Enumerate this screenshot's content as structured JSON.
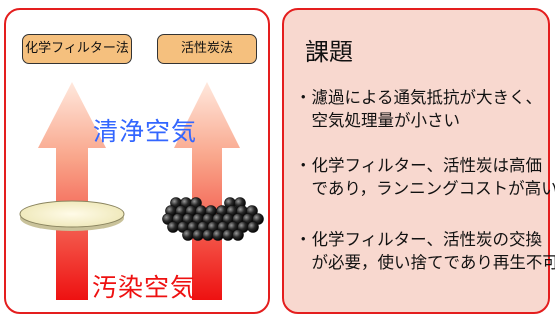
{
  "left_panel": {
    "tags": [
      "化学フィルター法",
      "活性炭法"
    ],
    "clean_air_label": "清浄空気",
    "dirty_air_label": "汚染空気"
  },
  "right_panel": {
    "title": "課題",
    "issues": [
      "・濾過による通気抵抗が大きく、\n　空気処理量が小さい",
      "・化学フィルター、活性炭は高価\n　であり，ランニングコストが高い",
      "・化学フィルター、活性炭の交換\n　が必要，使い捨てであり再生不可"
    ]
  },
  "colors": {
    "border": "#e41e1e",
    "right_background": "#f8d8cf",
    "tag_fill": "#f5c07e",
    "clean_text": "#3366ff",
    "dirty_text": "#ee1111",
    "arrow_top": "#ffe2d6",
    "arrow_bottom": "#ee1111"
  },
  "icons": [
    "arrow-up-gradient",
    "filter-disc",
    "carbon-granules"
  ]
}
